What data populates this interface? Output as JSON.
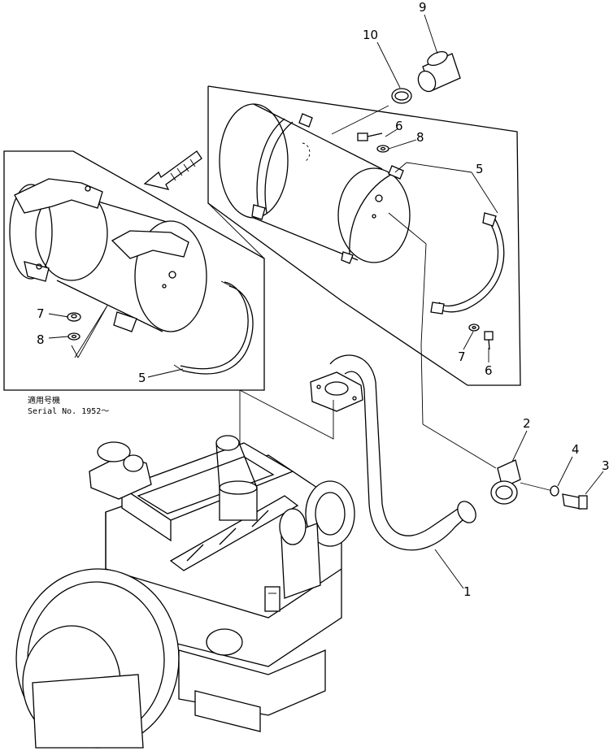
{
  "callouts": {
    "c1": "1",
    "c2": "2",
    "c3": "3",
    "c4": "4",
    "c5_top": "5",
    "c5_inset": "5",
    "c6_top": "6",
    "c6_right": "6",
    "c7_right": "7",
    "c7_inset": "7",
    "c8_top": "8",
    "c8_inset": "8",
    "c9": "9",
    "c10": "10"
  },
  "inset_note": {
    "line1": "適用号機",
    "line2": "Serial  No.  1952～"
  },
  "icons": [
    "engine-icon",
    "muffler-icon",
    "exhaust-pipe-icon",
    "arrow-icon"
  ]
}
